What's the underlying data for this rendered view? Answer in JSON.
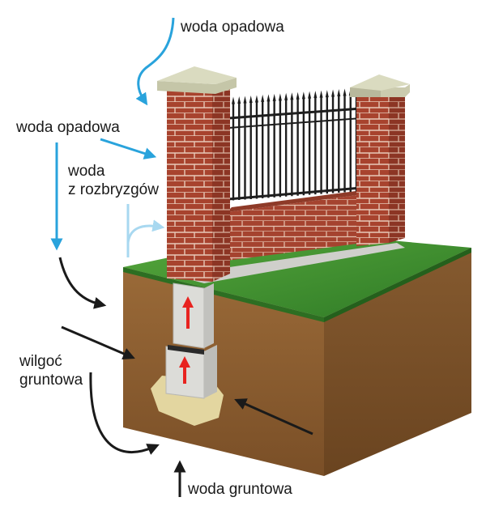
{
  "labels": {
    "rain_top": "woda opadowa",
    "rain_left": "woda opadowa",
    "splash_line1": "woda",
    "splash_line2": "z rozbryzgów",
    "soil_line1": "wilgoć",
    "soil_line2": "gruntowa",
    "groundwater": "woda gruntowa"
  },
  "colors": {
    "rain_arrow": "#29a3dc",
    "splash_arrow": "#a8d8f0",
    "moisture_arrow": "#1a1a1a",
    "capillary_arrow": "#e8231f",
    "brick": "#a8432e",
    "grass": "#3f8f2f",
    "soil": "#8a5a2e",
    "concrete": "#d8d8d4",
    "fence_bars": "#1e1e1e"
  }
}
